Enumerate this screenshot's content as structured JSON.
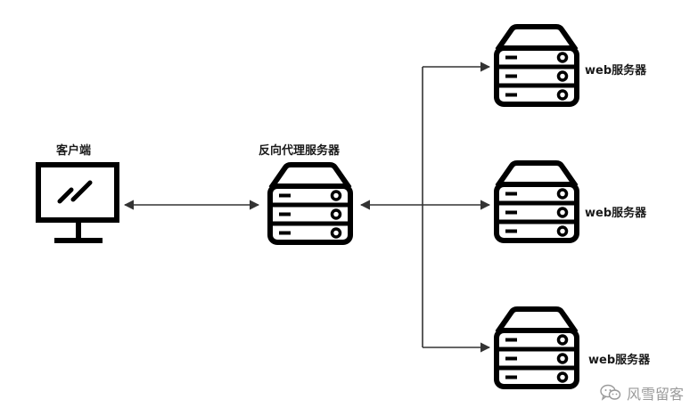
{
  "nodes": {
    "client": {
      "label": "客户端"
    },
    "proxy": {
      "label": "反向代理服务器"
    },
    "web1": {
      "label": "web服务器"
    },
    "web2": {
      "label": "web服务器"
    },
    "web3": {
      "label": "web服务器"
    }
  },
  "watermark": {
    "text": "风雪留客",
    "icon": "wechat-icon"
  },
  "colors": {
    "line": "#333333",
    "device": "#000000"
  }
}
